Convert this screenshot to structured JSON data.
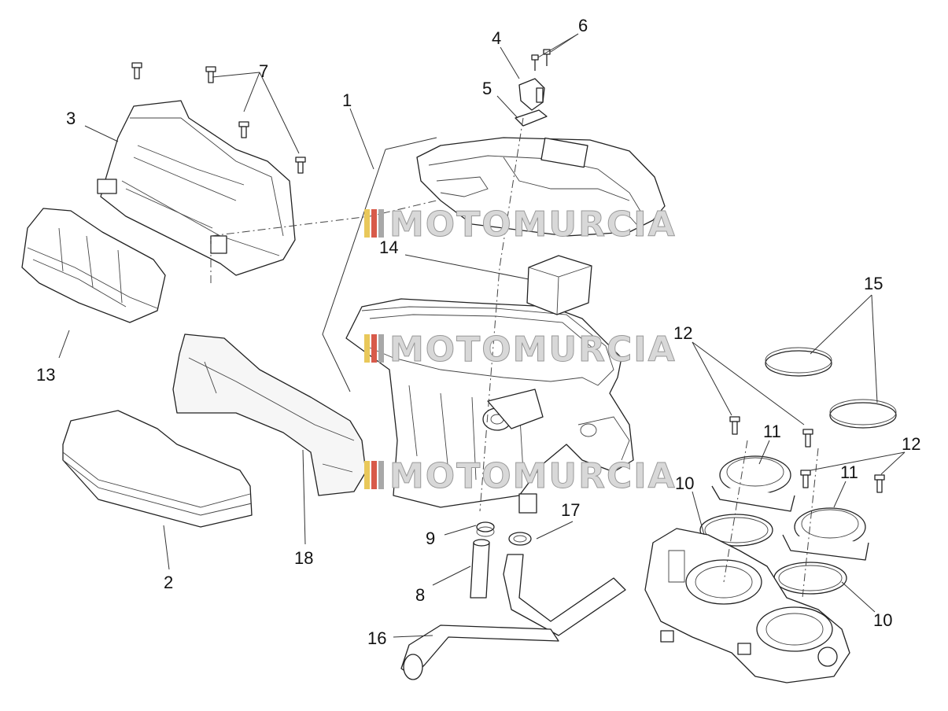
{
  "watermark": {
    "text": "MOTOMURCIA",
    "stripe_colors": [
      "#e9c85a",
      "#d85a4a",
      "#a8a8a8"
    ]
  },
  "callouts": [
    "1",
    "2",
    "3",
    "4",
    "5",
    "6",
    "7",
    "8",
    "9",
    "10",
    "10",
    "11",
    "11",
    "12",
    "12",
    "13",
    "14",
    "15",
    "16",
    "17",
    "18"
  ]
}
